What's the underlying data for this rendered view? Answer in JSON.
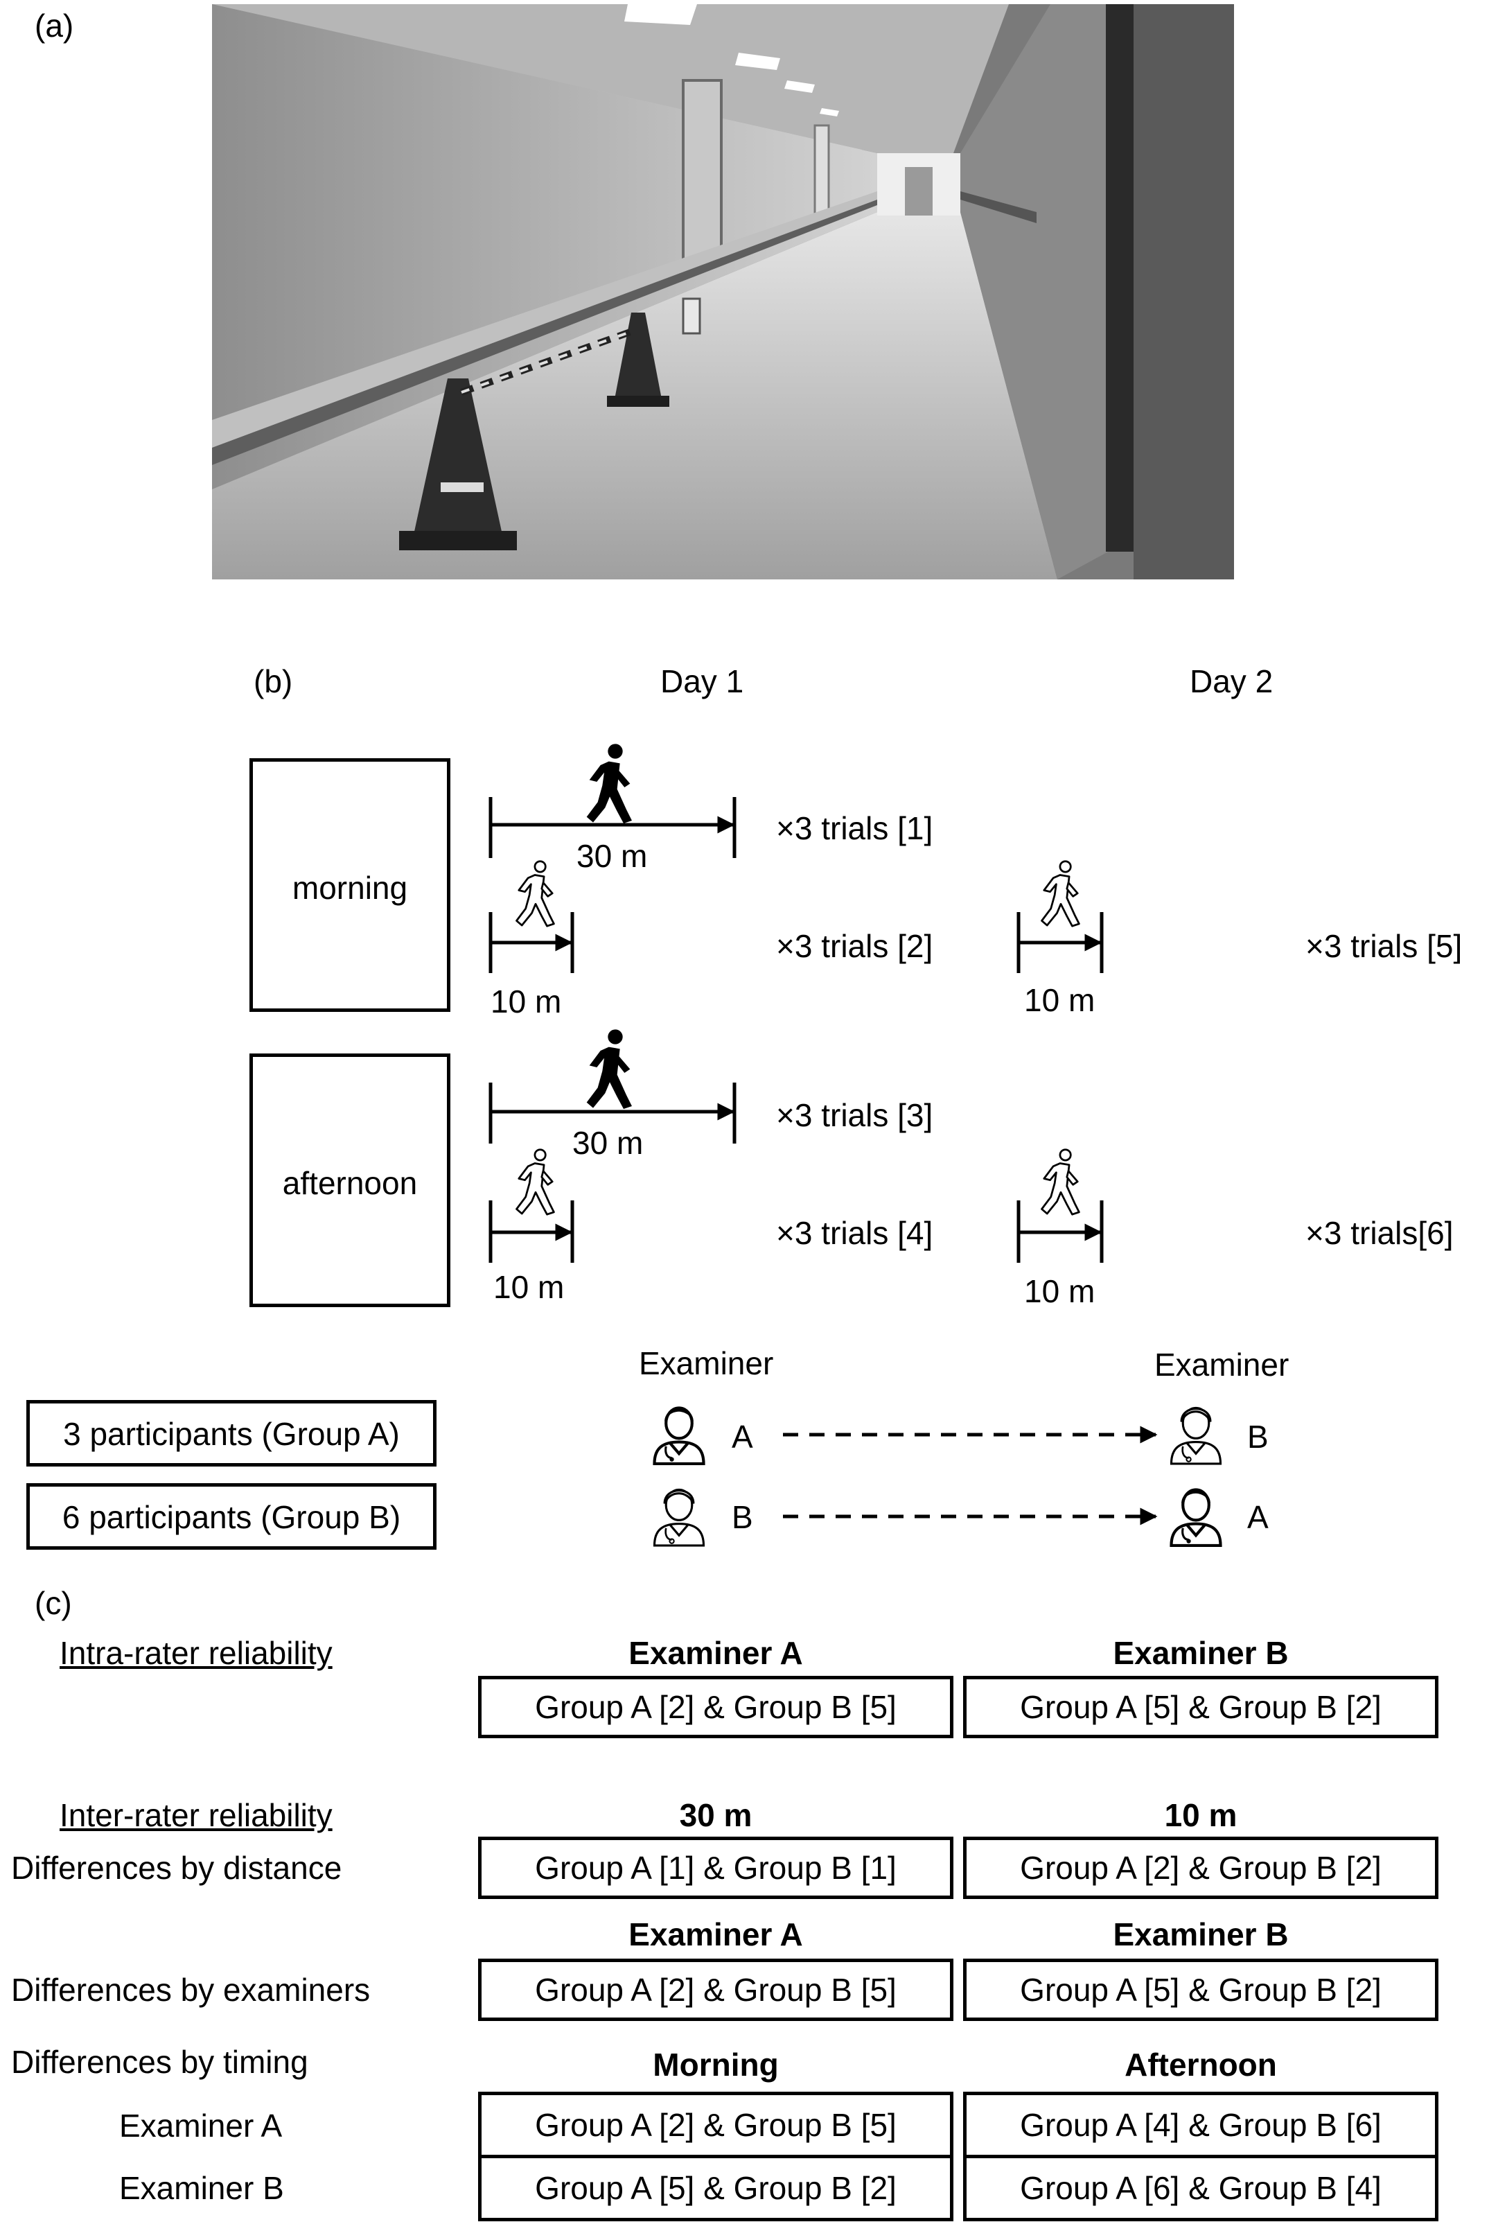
{
  "panels": {
    "a": "(a)",
    "b": "(b)",
    "c": "(c)"
  },
  "b": {
    "day1": "Day 1",
    "day2": "Day 2",
    "morning": "morning",
    "afternoon": "afternoon",
    "dist30": "30 m",
    "dist10": "10 m",
    "trials": [
      "×3 trials [1]",
      "×3 trials [2]",
      "×3 trials [3]",
      "×3 trials [4]",
      "×3 trials [5]",
      "×3 trials[6]"
    ],
    "examiner": "Examiner",
    "group_a": "3 participants (Group A)",
    "group_b": "6 participants (Group B)",
    "rater_a": "A",
    "rater_b": "B"
  },
  "c": {
    "intra_title": "Intra-rater reliability",
    "inter_title": "Inter-rater reliability",
    "diff_distance": "Differences by distance",
    "diff_examiners": "Differences by examiners",
    "diff_timing": "Differences by timing",
    "row_examiner_a": "Examiner A",
    "row_examiner_b": "Examiner B",
    "hdr_examiner_a": "Examiner A",
    "hdr_examiner_b": "Examiner B",
    "hdr_30m": "30 m",
    "hdr_10m": "10 m",
    "hdr_morning": "Morning",
    "hdr_afternoon": "Afternoon",
    "intra": [
      "Group A [2] & Group B [5]",
      "Group A [5] & Group B [2]"
    ],
    "distance": [
      "Group A [1] & Group B [1]",
      "Group A [2] & Group B [2]"
    ],
    "examiners": [
      "Group A [2] & Group B [5]",
      "Group A [5] & Group B [2]"
    ],
    "timing_a": [
      "Group A [2] & Group B [5]",
      "Group A [4] & Group B [6]"
    ],
    "timing_b": [
      "Group A [5] & Group B [2]",
      "Group A [6] & Group B [4]"
    ]
  }
}
